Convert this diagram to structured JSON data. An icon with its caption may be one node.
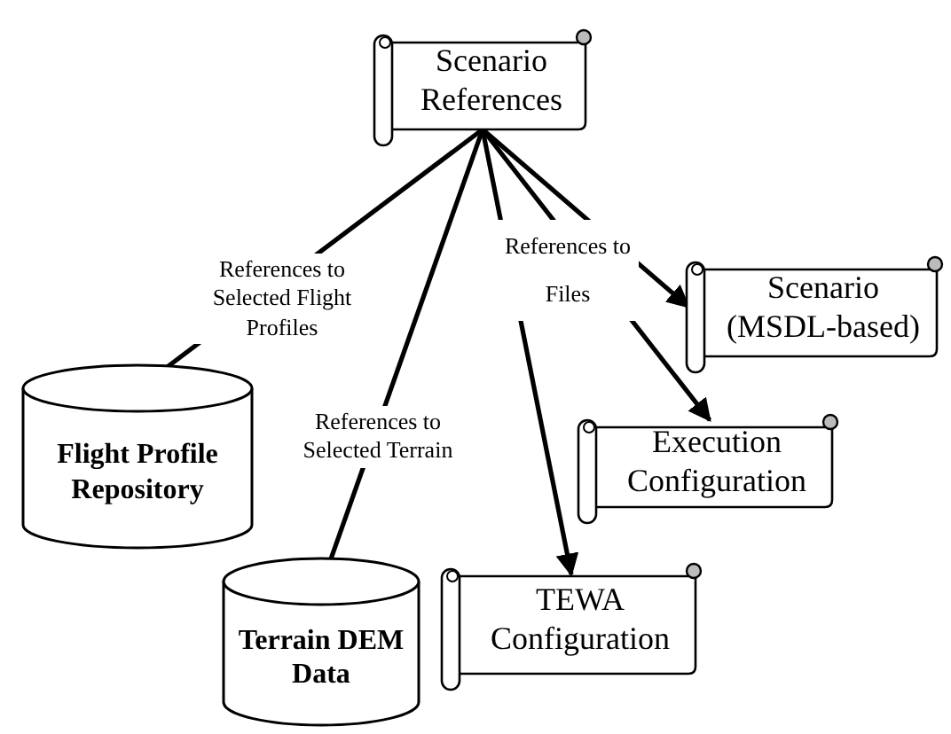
{
  "diagram": {
    "nodes": [
      {
        "text": [
          "Scenario References"
        ]
      },
      {
        "text": [
          "Scenario (MSDL-based)"
        ]
      },
      {
        "text": [
          "Flight Profile Repository"
        ]
      },
      {
        "text": [
          "Execution Configuration"
        ]
      },
      {
        "text": [
          "Terrain DEM Data"
        ]
      },
      {
        "text": [
          "TEWA Configuration"
        ]
      }
    ],
    "edges": [
      {
        "from": 0,
        "to": 2,
        "arrow": "to",
        "label": "References to Selected Flight Profiles"
      },
      {
        "from": 0,
        "to": 4,
        "arrow": "to",
        "label": "References to Selected Terrain"
      },
      {
        "from": 0,
        "to": 1,
        "arrow": "to",
        "label": "References to Files"
      },
      {
        "from": 0,
        "to": 3,
        "arrow": "to"
      },
      {
        "from": 0,
        "to": 5,
        "arrow": "to"
      }
    ]
  }
}
